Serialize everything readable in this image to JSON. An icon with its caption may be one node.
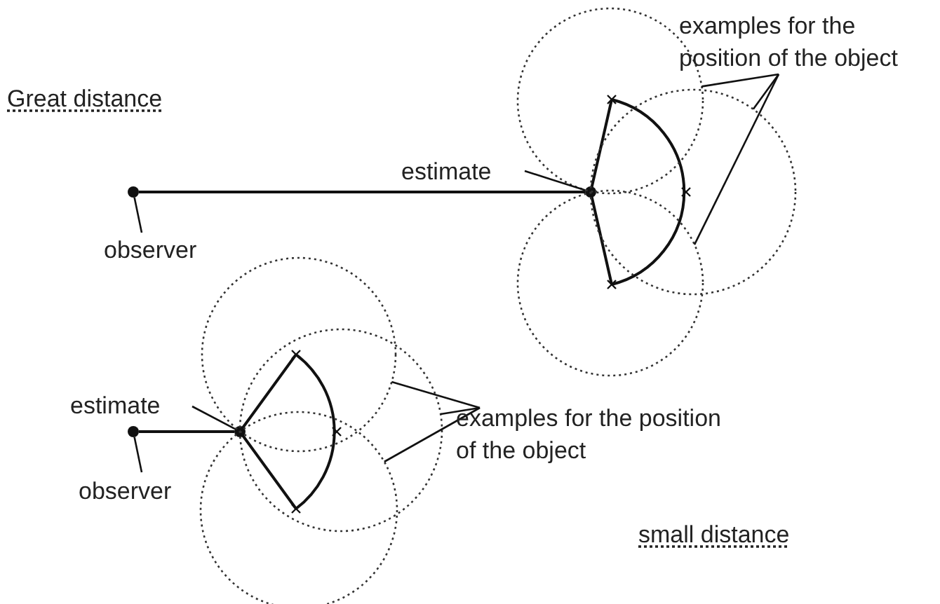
{
  "diagram": {
    "nodes": [
      {
        "text": [],
        "shape": "circle"
      },
      {
        "text": [
          "observer"
        ]
      },
      {
        "text": [],
        "shape": "circle"
      },
      {
        "text": [
          "estimate"
        ]
      },
      {
        "text": [
          "examples for the position of the object"
        ]
      },
      {
        "text": [],
        "shape": "circle"
      },
      {
        "text": [],
        "shape": "circle"
      },
      {
        "text": [],
        "shape": "circle"
      },
      {
        "text": [],
        "shape": "circle"
      },
      {
        "text": [
          "estimate"
        ]
      },
      {
        "text": [
          "observer"
        ]
      },
      {
        "text": [],
        "shape": "circle"
      },
      {
        "text": [
          "examples for the position of the object"
        ]
      },
      {
        "text": [],
        "shape": "circle"
      },
      {
        "text": [],
        "shape": "circle"
      },
      {
        "text": [],
        "shape": "circle"
      }
    ],
    "edges": [
      {
        "from": 0,
        "to": 2,
        "arrow": "none"
      },
      {
        "from": 1,
        "to": 0,
        "arrow": "none"
      },
      {
        "from": 3,
        "to": 2,
        "arrow": "none"
      },
      {
        "from": 4,
        "to": 5,
        "arrow": "none"
      },
      {
        "from": 4,
        "to": 6,
        "arrow": "none"
      },
      {
        "from": 4,
        "to": 7,
        "arrow": "none"
      },
      {
        "from": 8,
        "to": 11,
        "arrow": "none"
      },
      {
        "from": 9,
        "to": 11,
        "arrow": "none"
      },
      {
        "from": 10,
        "to": 8,
        "arrow": "none"
      },
      {
        "from": 12,
        "to": 13,
        "arrow": "none"
      },
      {
        "from": 12,
        "to": 14,
        "arrow": "none"
      },
      {
        "from": 12,
        "to": 15,
        "arrow": "none"
      }
    ],
    "labels": [
      "Great distance",
      "small distance"
    ]
  }
}
